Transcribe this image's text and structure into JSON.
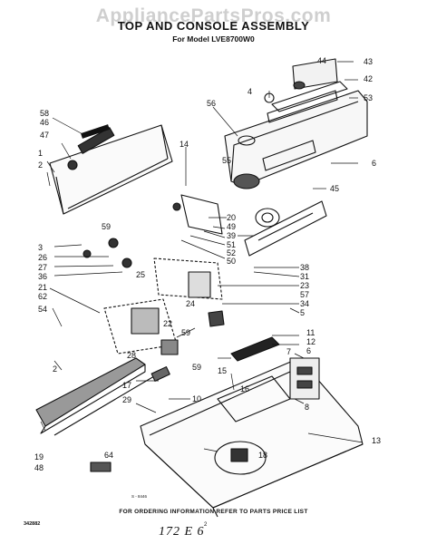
{
  "watermark": "AppliancePartsPros.com",
  "title": "TOP AND CONSOLE ASSEMBLY",
  "subtitle": "For Model LVE8700W0",
  "footer": "FOR ORDERING INFORMATION REFER TO PARTS PRICE LIST",
  "code": "342882",
  "page_number": "2",
  "handwritten": "172  E  6",
  "scale_mark": "S - 8446",
  "callouts": [
    "58",
    "46",
    "47",
    "1",
    "2",
    "14",
    "56",
    "55",
    "4",
    "44",
    "43",
    "42",
    "53",
    "6",
    "45",
    "20",
    "49",
    "39",
    "51",
    "52",
    "50",
    "38",
    "31",
    "23",
    "59",
    "3",
    "26",
    "27",
    "36",
    "25",
    "24",
    "21",
    "62",
    "54",
    "22",
    "57",
    "34",
    "5",
    "59",
    "28",
    "59",
    "11",
    "12",
    "7",
    "6",
    "2",
    "15",
    "16",
    "10",
    "8",
    "17",
    "29",
    "13",
    "18",
    "19",
    "48",
    "64"
  ],
  "leaders": [
    "#1",
    "#2",
    "#3"
  ]
}
